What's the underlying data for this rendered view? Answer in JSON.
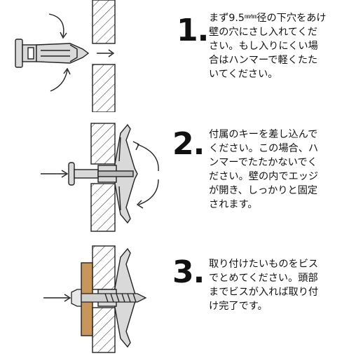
{
  "steps": [
    {
      "number": "1.",
      "lines": [
        "まず9.5",
        "径の下穴をあけ",
        "壁の穴にさし入れてくだ",
        "さい。もし入りにくい場",
        "合はハンマーで軽くたた",
        "いてください。"
      ],
      "unit_mark": "㎜⁄㎜"
    },
    {
      "number": "2.",
      "lines": [
        "付属のキーを差し込んで",
        "ください。この場合、ハ",
        "ンマーでたたかないでく",
        "ださい。壁の内でエッジ",
        "が開き、しっかりと固定",
        "されます。"
      ]
    },
    {
      "number": "3.",
      "lines": [
        "取り付けたいものをビス",
        "でとめてください。頭部",
        "までビスが入れば取り付",
        "け完了です。"
      ]
    }
  ],
  "colors": {
    "ink": "#1a1a1a",
    "anchor_fill": "#d9d9d9",
    "wood": "#c8955a"
  }
}
